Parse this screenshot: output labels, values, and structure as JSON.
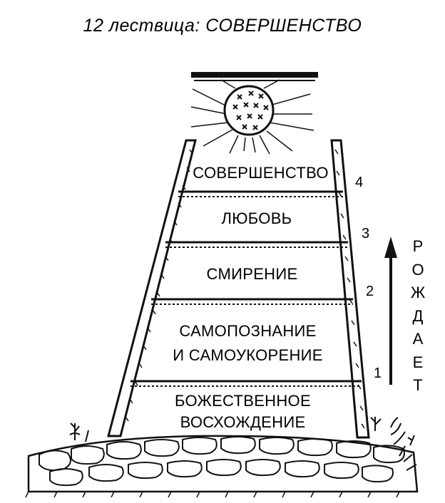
{
  "title": "12 лествица: СОВЕРШЕНСТВО",
  "rungs": [
    {
      "line1": "СОВЕРШЕНСТВО",
      "line2": ""
    },
    {
      "line1": "ЛЮБОВЬ",
      "line2": ""
    },
    {
      "line1": "СМИРЕНИЕ",
      "line2": ""
    },
    {
      "line1": "САМОПОЗНАНИЕ",
      "line2": "И САМОУКОРЕНИЕ"
    },
    {
      "line1": "БОЖЕСТВЕННОЕ",
      "line2": "ВОСХОЖДЕНИЕ"
    }
  ],
  "step_numbers": [
    "4",
    "3",
    "2",
    "1"
  ],
  "vertical_label": [
    "Р",
    "О",
    "Ж",
    "Д",
    "А",
    "Е",
    "Т"
  ],
  "icons": {
    "sun": "sun-icon",
    "arrow": "up-arrow-icon",
    "ground": "stone-ground",
    "plants": "grass-icon"
  }
}
